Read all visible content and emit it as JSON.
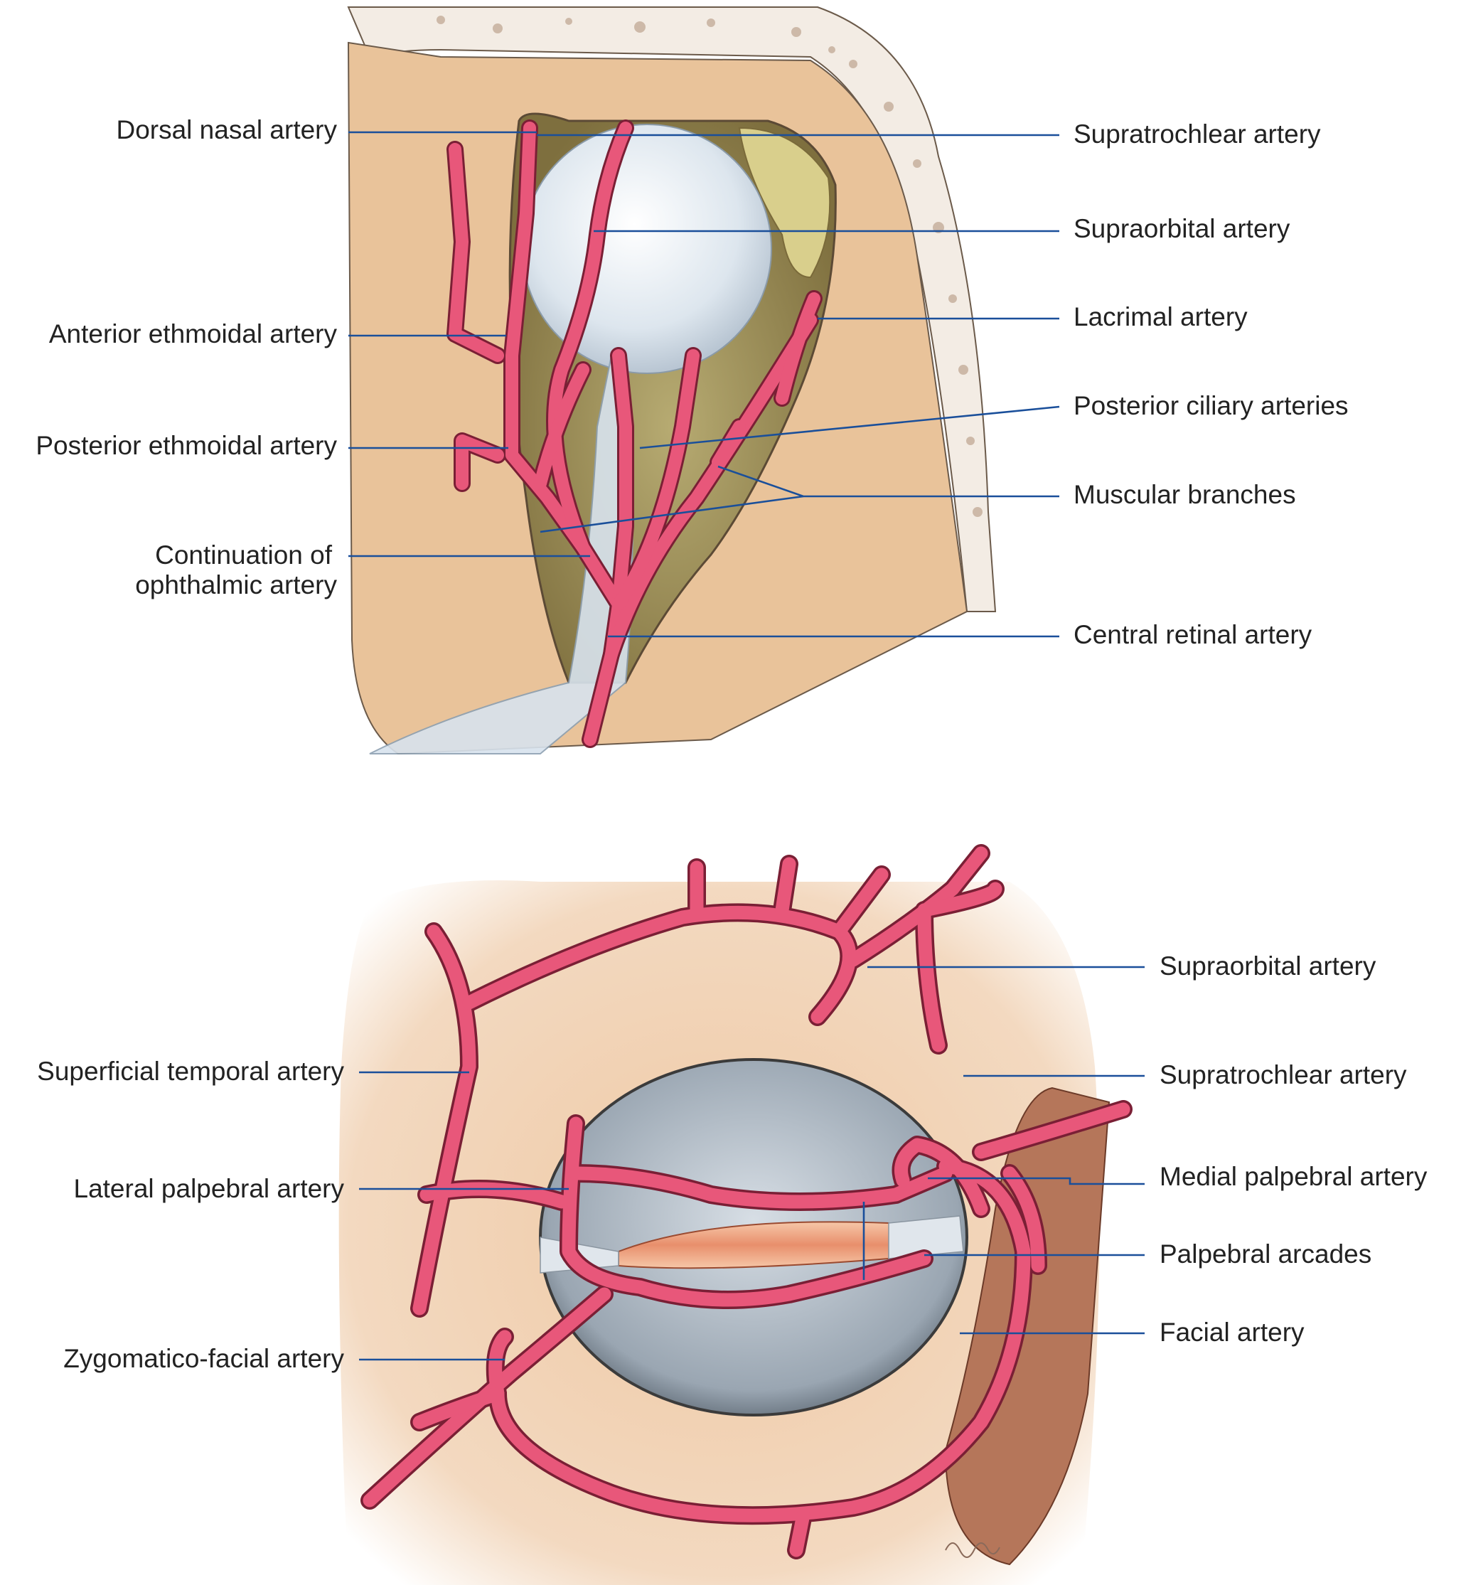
{
  "colors": {
    "artery": "#e8577a",
    "artery_outline": "#7a1f35",
    "skin": "#edc7a3",
    "bone": "#f1ece6",
    "globe": "#dfe8f0",
    "leader": "#1a4f9a"
  },
  "upper_panel": {
    "left_labels": {
      "dorsal_nasal": "Dorsal nasal artery",
      "anterior_ethmoidal": "Anterior ethmoidal artery",
      "posterior_ethmoidal": "Posterior ethmoidal artery",
      "continuation_line1": "Continuation of",
      "continuation_line2": "ophthalmic artery"
    },
    "right_labels": {
      "supratrochlear": "Supratrochlear artery",
      "supraorbital": "Supraorbital artery",
      "lacrimal": "Lacrimal artery",
      "posterior_ciliary": "Posterior ciliary arteries",
      "muscular": "Muscular branches",
      "central_retinal": "Central retinal artery"
    }
  },
  "lower_panel": {
    "left_labels": {
      "superficial_temporal": "Superficial temporal artery",
      "lateral_palpebral": "Lateral palpebral artery",
      "zygomatico_facial": "Zygomatico-facial artery"
    },
    "right_labels": {
      "supraorbital": "Supraorbital artery",
      "supratrochlear": "Supratrochlear artery",
      "medial_palpebral": "Medial palpebral artery",
      "palpebral_arcades": "Palpebral arcades",
      "facial": "Facial artery"
    }
  }
}
